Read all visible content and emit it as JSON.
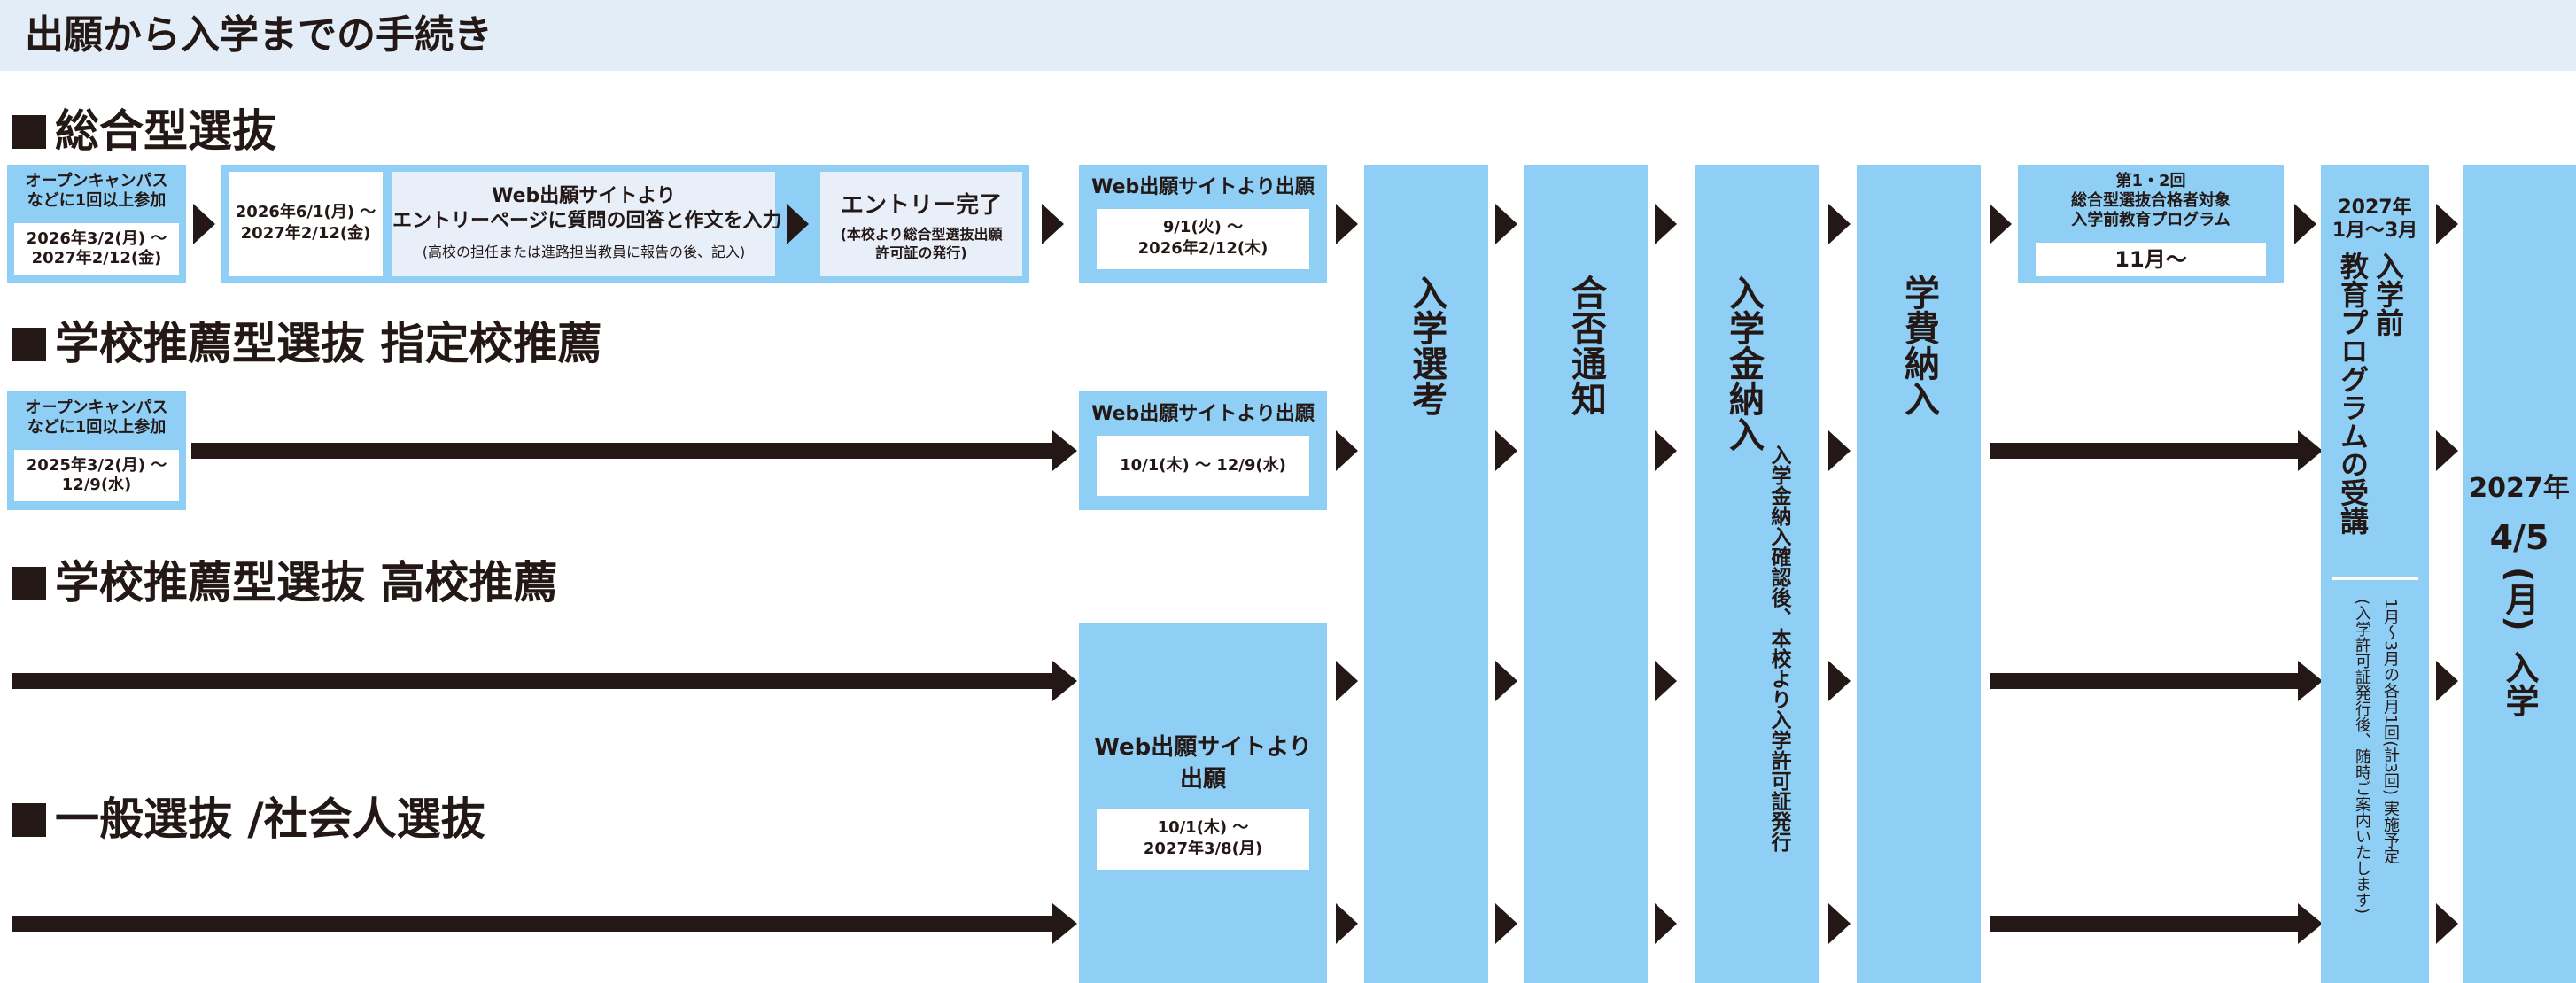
{
  "header": {
    "title": "出願から入学までの手続き"
  },
  "sections": [
    {
      "title": "総合型選抜"
    },
    {
      "title": "学校推薦型選抜 指定校推薦"
    },
    {
      "title": "学校推薦型選抜 高校推薦"
    },
    {
      "title": "一般選抜 /社会人選抜"
    }
  ],
  "comprehensive": {
    "campus_label_l1": "オープンキャンパス",
    "campus_label_l2": "などに1回以上参加",
    "campus_date_l1": "2026年3/2(月) ～",
    "campus_date_l2": "2027年2/12(金)",
    "entry_date_l1": "2026年6/1(月) ～",
    "entry_date_l2": "2027年2/12(金)",
    "entry_title_l1": "Web出願サイトより",
    "entry_title_l2": "エントリーページに質問の回答と作文を入力",
    "entry_note": "(高校の担任または進路担当教員に報告の後、記入)",
    "complete_title": "エントリー完了",
    "complete_note_l1": "(本校より総合型選抜出願",
    "complete_note_l2": "許可証の発行)",
    "apply_title": "Web出願サイトより出願",
    "apply_date_l1": "9/1(火) ～",
    "apply_date_l2": "2026年2/12(木)"
  },
  "designated": {
    "campus_label_l1": "オープンキャンパス",
    "campus_label_l2": "などに1回以上参加",
    "campus_date_l1": "2025年3/2(月) ～",
    "campus_date_l2": "12/9(水)",
    "apply_title": "Web出願サイトより出願",
    "apply_date": "10/1(木) ～ 12/9(水)"
  },
  "general": {
    "apply_title_l1": "Web出願サイトより",
    "apply_title_l2": "出願",
    "apply_date_l1": "10/1(木) ～",
    "apply_date_l2": "2027年3/8(月)"
  },
  "steps": {
    "exam": "入学選考",
    "result": "合否通知",
    "fee_title": "入学金納入",
    "fee_note": "入学金納入確認後、本校より入学許可証発行",
    "tuition": "学費納入"
  },
  "preprogram": {
    "title_l1": "第1・2回",
    "title_l2": "総合型選抜合格者対象",
    "title_l3": "入学前教育プログラム",
    "date": "11月～",
    "period_l1": "2027年",
    "period_l2": "1月～3月",
    "vertical_col1": "入学前",
    "vertical_col2": "教育プログラムの受講",
    "note_col1": "1月～3月の各月1回(計3回) 実施予定",
    "note_col2": "(入学許可証発行後、随時ご案内いたします)"
  },
  "enroll": {
    "year": "2027年",
    "date": "4/5",
    "day": "(月)",
    "label": "入学"
  },
  "colors": {
    "blue": "#8fcff5",
    "pale_blue": "#e8eff9",
    "header_bg": "#e3edf8",
    "arrow": "#231815"
  }
}
